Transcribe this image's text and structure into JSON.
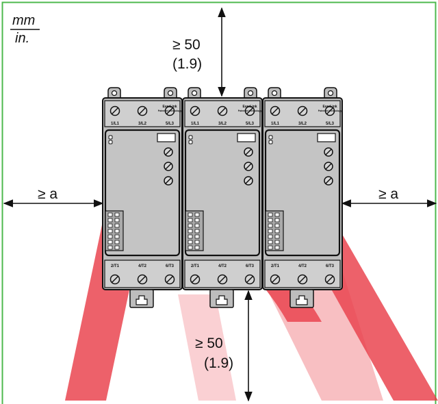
{
  "units": {
    "primary": "mm",
    "secondary": "in."
  },
  "clearances": {
    "top": {
      "mm": "≥ 50",
      "in": "(1.9)"
    },
    "bottom": {
      "mm": "≥ 50",
      "in": "(1.9)"
    },
    "left": "≥ a",
    "right": "≥ a"
  },
  "devices": [
    {
      "terminals_top": [
        "1/L1",
        "3/L2",
        "5/L3"
      ],
      "terminals_bottom": [
        "2/T1",
        "4/T2",
        "6/T3"
      ],
      "brand": "EverLink",
      "brand_sub": "Patented technology"
    },
    {
      "terminals_top": [
        "1/L1",
        "3/L2",
        "5/L3"
      ],
      "terminals_bottom": [
        "2/T1",
        "4/T2",
        "6/T3"
      ],
      "brand": "EverLink",
      "brand_sub": "Patented technology"
    },
    {
      "terminals_top": [
        "1/L1",
        "3/L2",
        "5/L3"
      ],
      "terminals_bottom": [
        "2/T1",
        "4/T2",
        "6/T3"
      ],
      "brand": "EverLink",
      "brand_sub": "Patented technology"
    }
  ],
  "colors": {
    "frame": "#4cb84c",
    "watermark": "#e8303c",
    "panel": "#c4c4c4",
    "housing": "#bdbdbd"
  }
}
